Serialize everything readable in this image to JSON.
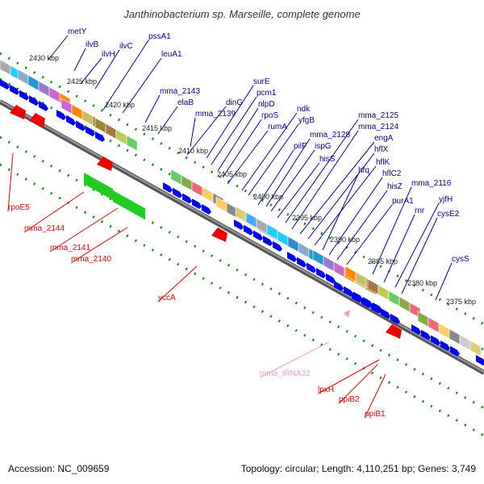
{
  "title": "Janthinobacterium sp. Marseille, complete genome",
  "footer": {
    "accession": "Accession: NC_009659",
    "summary": "Topology: circular; Length: 4,110,251 bp; Genes: 3,749"
  },
  "colors": {
    "cds_forward": "#0000ee",
    "cds_label": "#000099",
    "reverse_red": "#ee0000",
    "reverse_green": "#22cc22",
    "trna": "#ff99cc",
    "backbone": "#777777",
    "ticks": "#118811"
  },
  "kbp_ticks": [
    "2430 kbp",
    "2425 kbp",
    "2420 kbp",
    "2415 kbp",
    "2410 kbp",
    "2405 kbp",
    "2400 kbp",
    "2395 kbp",
    "2390 kbp",
    "2385 kbp",
    "2380 kbp",
    "2375 kbp"
  ],
  "upper_genes": [
    "metY",
    "ilvB",
    "ilvH",
    "ilvC",
    "pssA1",
    "leuA1",
    "mma_2143",
    "elaB",
    "dinG",
    "mma_2139",
    "surE",
    "pcm1",
    "nlpD",
    "rpoS",
    "rumA",
    "ndk",
    "yfgB",
    "pilF",
    "mma_2128",
    "ispG",
    "hisS",
    "mma_2125",
    "mma_2124",
    "engA",
    "hflX",
    "hflK",
    "hfq",
    "hflC2",
    "hisZ",
    "purA1",
    "mma_2116",
    "rnr",
    "yjfH",
    "cysE2",
    "cysS"
  ],
  "lower_genes": [
    "rpoE5",
    "mma_2144",
    "mma_2141",
    "mma_2140",
    "yccA",
    "mma_tRNA32",
    "lpxH",
    "ppiB2",
    "ppiB1"
  ]
}
